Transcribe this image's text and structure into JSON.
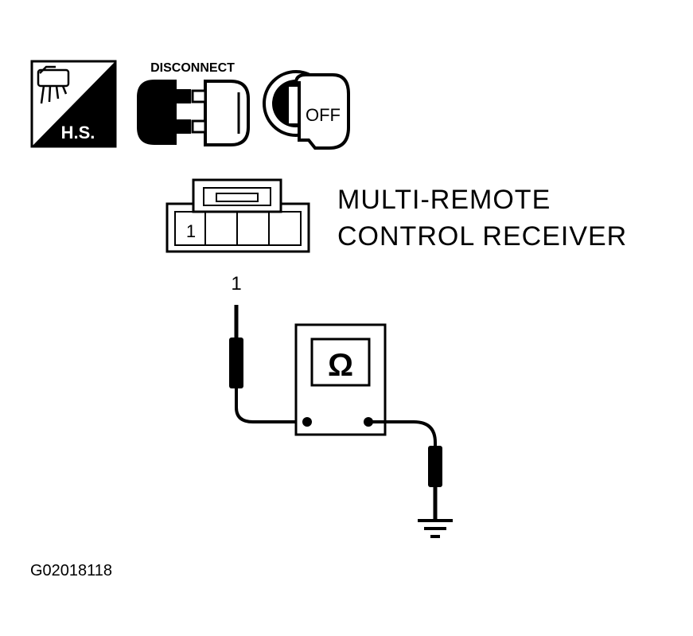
{
  "icons": {
    "hs_label": "H.S.",
    "disconnect_label": "DISCONNECT",
    "ignition_label": "OFF",
    "hs_icon": "hand-tool-harness-icon",
    "disconnect_icon": "connector-disconnect-icon",
    "ignition_icon": "ignition-key-off-icon"
  },
  "connector": {
    "pin_label": "1",
    "name_line1": "MULTI-REMOTE",
    "name_line2": "CONTROL RECEIVER"
  },
  "probe": {
    "terminal_label": "1"
  },
  "meter": {
    "symbol": "Ω",
    "icon": "ohmmeter-icon"
  },
  "ground": {
    "icon": "ground-symbol-icon"
  },
  "figure_id": "G02018118"
}
